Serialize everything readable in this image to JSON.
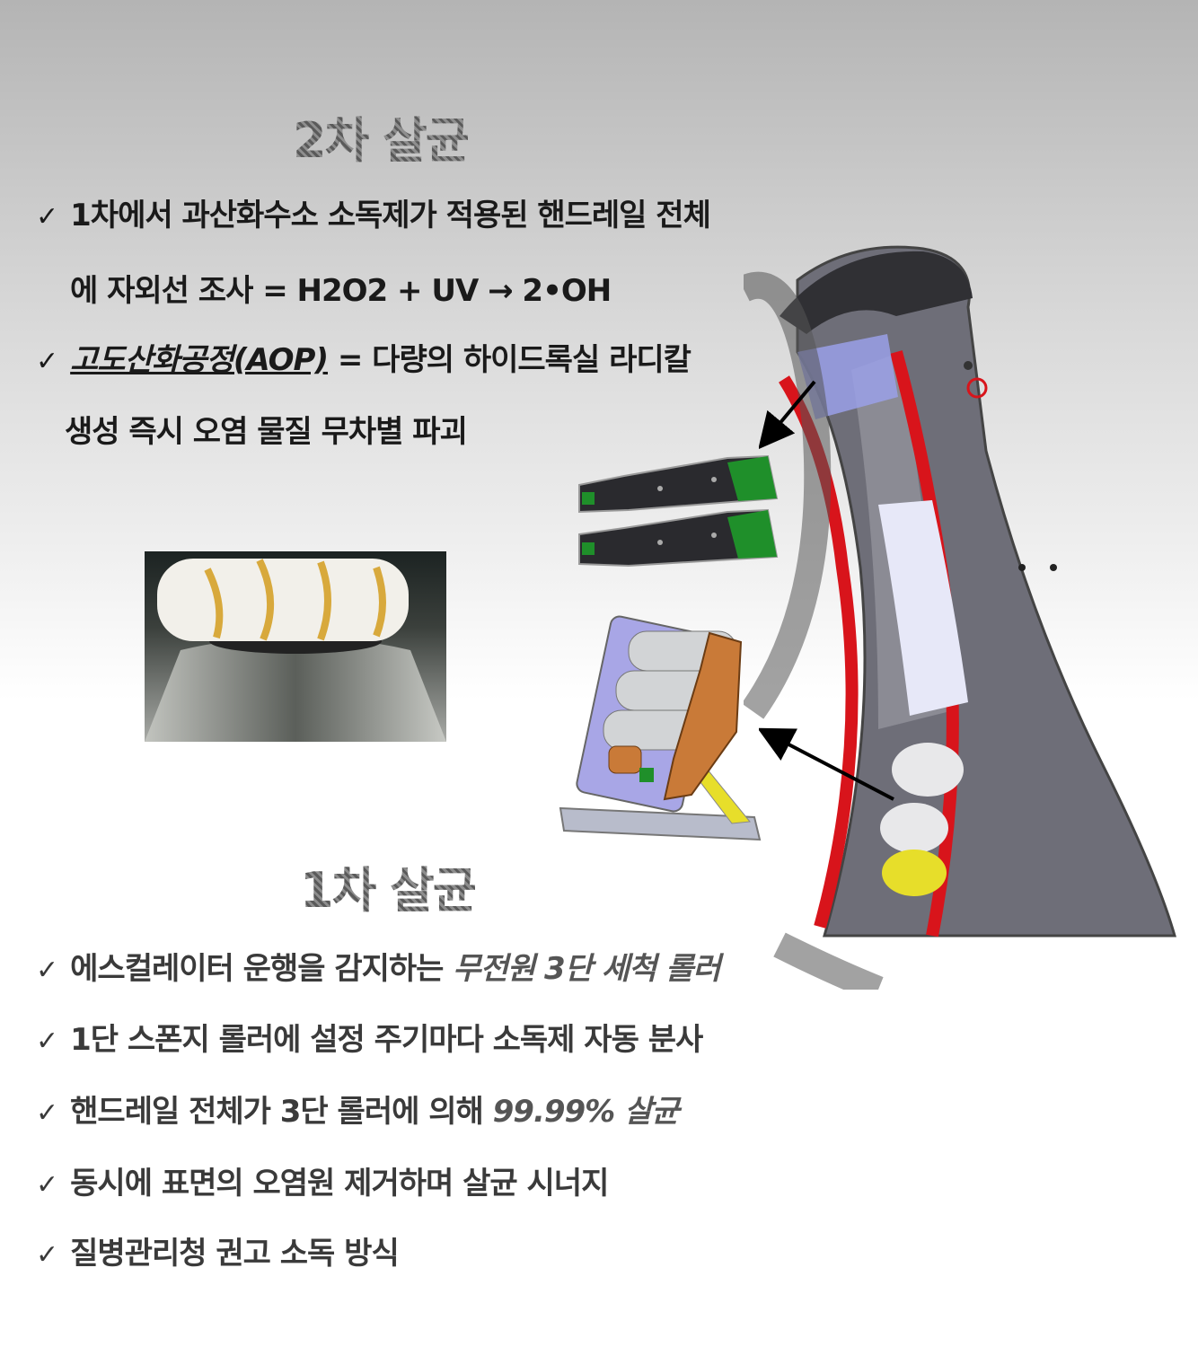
{
  "top": {
    "heading": "2차 살균",
    "check": "✓",
    "line1": "1차에서 과산화수소 소독제가 적용된 핸드레일 전체",
    "line2": "에 자외선 조사 = H2O2 + UV → 2•OH",
    "line3_emph": "고도산화공정(AOP)",
    "line3_rest": " = 다량의 하이드록실 라디칼",
    "line4": "생성 즉시 오염 물질 무차별 파괴"
  },
  "bottom": {
    "heading": "1차 살균",
    "check": "✓",
    "item1_plain": "에스컬레이터 운행을 감지하는 ",
    "item1_emph": "무전원 3단 세척 롤러",
    "item2": "1단 스폰지 롤러에 설정 주기마다 소독제 자동 분사",
    "item3_plain": "핸드레일 전체가 3단 롤러에 의해 ",
    "item3_emph": "99.99% 살균",
    "item4": "동시에 표면의 오염원 제거하며 살균 시너지",
    "item5": "질병관리청 권고 소독 방식"
  },
  "colors": {
    "frame_red": "#d8141b",
    "body_gray": "#6e6e78",
    "uv_blue": "#9aa0e8",
    "bracket_green": "#1f8f2a",
    "roller_yellow": "#e7de2a",
    "wood_orange": "#c97a38"
  }
}
